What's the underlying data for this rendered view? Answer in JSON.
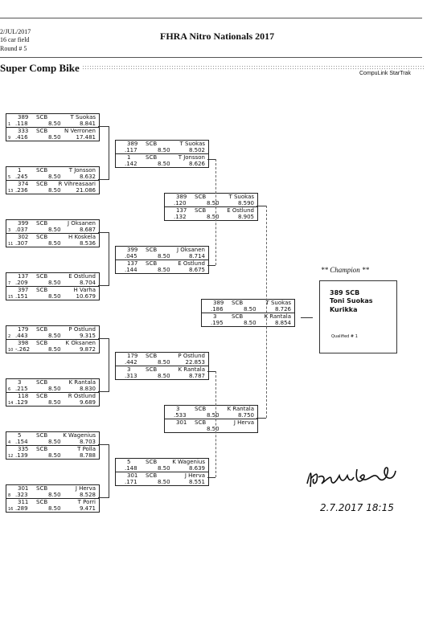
{
  "header": {
    "date": "2/JUL/2017",
    "field": "16 car field",
    "round": "Round # 5",
    "title": "FHRA Nitro Nationals 2017",
    "section": "Super Comp Bike",
    "brand": "CompuLink StarTrak"
  },
  "round1": [
    {
      "top": {
        "seed": "1",
        "car": "389",
        "cls": "SCB",
        "name": "T Suokas",
        "rt": ".118",
        "dial": "8.50",
        "et": "8.841"
      },
      "bot": {
        "seed": "9",
        "car": "333",
        "cls": "SCB",
        "name": "N Verronen",
        "rt": ".416",
        "dial": "8.50",
        "et": "17.481"
      }
    },
    {
      "top": {
        "seed": "5",
        "car": "1",
        "cls": "SCB",
        "name": "T Jonsson",
        "rt": ".245",
        "dial": "8.50",
        "et": "8.632"
      },
      "bot": {
        "seed": "13",
        "car": "374",
        "cls": "SCB",
        "name": "R Vihreasaari",
        "rt": ".236",
        "dial": "8.50",
        "et": "21.086"
      }
    },
    {
      "top": {
        "seed": "3",
        "car": "399",
        "cls": "SCB",
        "name": "J Oksanen",
        "rt": ".037",
        "dial": "8.50",
        "et": "8.687"
      },
      "bot": {
        "seed": "11",
        "car": "302",
        "cls": "SCB",
        "name": "H Koskela",
        "rt": ".307",
        "dial": "8.50",
        "et": "8.536"
      }
    },
    {
      "top": {
        "seed": "7",
        "car": "137",
        "cls": "SCB",
        "name": "E Ostlund",
        "rt": ".209",
        "dial": "8.50",
        "et": "8.704"
      },
      "bot": {
        "seed": "15",
        "car": "397",
        "cls": "SCB",
        "name": "H Varha",
        "rt": ".151",
        "dial": "8.50",
        "et": "10.679"
      }
    },
    {
      "top": {
        "seed": "2",
        "car": "179",
        "cls": "SCB",
        "name": "P Ostlund",
        "rt": ".443",
        "dial": "8.50",
        "et": "9.315"
      },
      "bot": {
        "seed": "10",
        "car": "398",
        "cls": "SCB",
        "name": "K Oksanen",
        "rt": "-.262",
        "dial": "8.50",
        "et": "9.872"
      }
    },
    {
      "top": {
        "seed": "6",
        "car": "3",
        "cls": "SCB",
        "name": "K Rantala",
        "rt": ".215",
        "dial": "8.50",
        "et": "8.830"
      },
      "bot": {
        "seed": "14",
        "car": "118",
        "cls": "SCB",
        "name": "R Ostlund",
        "rt": ".129",
        "dial": "8.50",
        "et": "9.689"
      }
    },
    {
      "top": {
        "seed": "4",
        "car": "5",
        "cls": "SCB",
        "name": "K Wagenius",
        "rt": ".154",
        "dial": "8.50",
        "et": "8.703"
      },
      "bot": {
        "seed": "12",
        "car": "335",
        "cls": "SCB",
        "name": "T Polla",
        "rt": ".139",
        "dial": "8.50",
        "et": "8.788"
      }
    },
    {
      "top": {
        "seed": "8",
        "car": "301",
        "cls": "SCB",
        "name": "J Herva",
        "rt": ".323",
        "dial": "8.50",
        "et": "8.528"
      },
      "bot": {
        "seed": "16",
        "car": "311",
        "cls": "SCB",
        "name": "T Porri",
        "rt": ".289",
        "dial": "8.50",
        "et": "9.471"
      }
    }
  ],
  "round2": [
    {
      "top": {
        "car": "389",
        "cls": "SCB",
        "name": "T Suokas",
        "rt": ".117",
        "dial": "8.50",
        "et": "8.502"
      },
      "bot": {
        "car": "1",
        "cls": "SCB",
        "name": "T Jonsson",
        "rt": ".142",
        "dial": "8.50",
        "et": "8.626"
      }
    },
    {
      "top": {
        "car": "399",
        "cls": "SCB",
        "name": "J Oksanen",
        "rt": ".045",
        "dial": "8.50",
        "et": "8.714"
      },
      "bot": {
        "car": "137",
        "cls": "SCB",
        "name": "E Ostlund",
        "rt": ".144",
        "dial": "8.50",
        "et": "8.675"
      }
    },
    {
      "top": {
        "car": "179",
        "cls": "SCB",
        "name": "P Ostlund",
        "rt": ".442",
        "dial": "8.50",
        "et": "22.853"
      },
      "bot": {
        "car": "3",
        "cls": "SCB",
        "name": "K Rantala",
        "rt": ".313",
        "dial": "8.50",
        "et": "8.787"
      }
    },
    {
      "top": {
        "car": "5",
        "cls": "SCB",
        "name": "K Wagenius",
        "rt": ".148",
        "dial": "8.50",
        "et": "8.639"
      },
      "bot": {
        "car": "301",
        "cls": "SCB",
        "name": "J Herva",
        "rt": ".171",
        "dial": "8.50",
        "et": "8.551"
      }
    }
  ],
  "round3": [
    {
      "top": {
        "car": "389",
        "cls": "SCB",
        "name": "T Suokas",
        "rt": ".120",
        "dial": "8.50",
        "et": "8.590"
      },
      "bot": {
        "car": "137",
        "cls": "SCB",
        "name": "E Ostlund",
        "rt": ".132",
        "dial": "8.50",
        "et": "8.905"
      }
    },
    {
      "top": {
        "car": "3",
        "cls": "SCB",
        "name": "K Rantala",
        "rt": ".533",
        "dial": "8.50",
        "et": "8.750"
      },
      "bot": {
        "car": "301",
        "cls": "SCB",
        "name": "J Herva",
        "rt": "",
        "dial": "8.50",
        "et": ""
      }
    }
  ],
  "final": [
    {
      "top": {
        "car": "389",
        "cls": "SCB",
        "name": "T Suokas",
        "rt": ".186",
        "dial": "8.50",
        "et": "8.726"
      },
      "bot": {
        "car": "3",
        "cls": "SCB",
        "name": "K Rantala",
        "rt": ".195",
        "dial": "8.50",
        "et": "8.854"
      }
    }
  ],
  "champion": {
    "label": "** Champion **",
    "line1": "389  SCB",
    "line2": "Toni Suokas",
    "line3": "Kurikka",
    "qualified": "Qualified # 1"
  },
  "signature": {
    "date_time": "2.7.2017  18:15"
  }
}
